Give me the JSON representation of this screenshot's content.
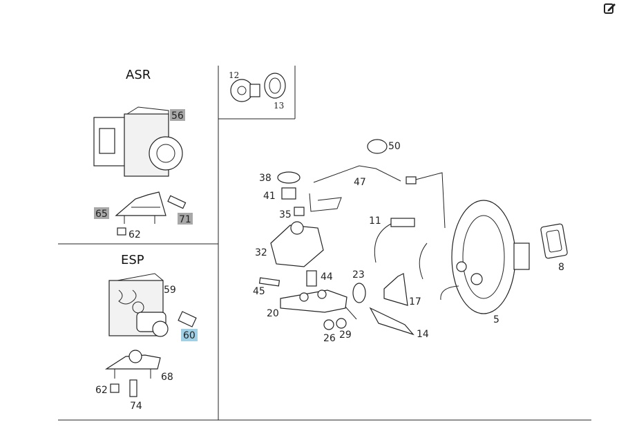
{
  "sections": {
    "asr_title": "ASR",
    "esp_title": "ESP"
  },
  "callouts": {
    "c12": "12",
    "c13": "13",
    "c56": "56",
    "c65": "65",
    "c62a": "62",
    "c71": "71",
    "c59": "59",
    "c60": "60",
    "c68": "68",
    "c62b": "62",
    "c74": "74",
    "c50": "50",
    "c38": "38",
    "c47": "47",
    "c41": "41",
    "c35": "35",
    "c11": "11",
    "c32": "32",
    "c8": "8",
    "c44": "44",
    "c23": "23",
    "c45": "45",
    "c17": "17",
    "c20": "20",
    "c5": "5",
    "c26": "26",
    "c29": "29",
    "c14": "14"
  },
  "highlight_colors": {
    "gray": "#a8a8a8",
    "blue": "#9fd0e6"
  },
  "toolbar": {
    "edit_icon": "edit-icon"
  }
}
